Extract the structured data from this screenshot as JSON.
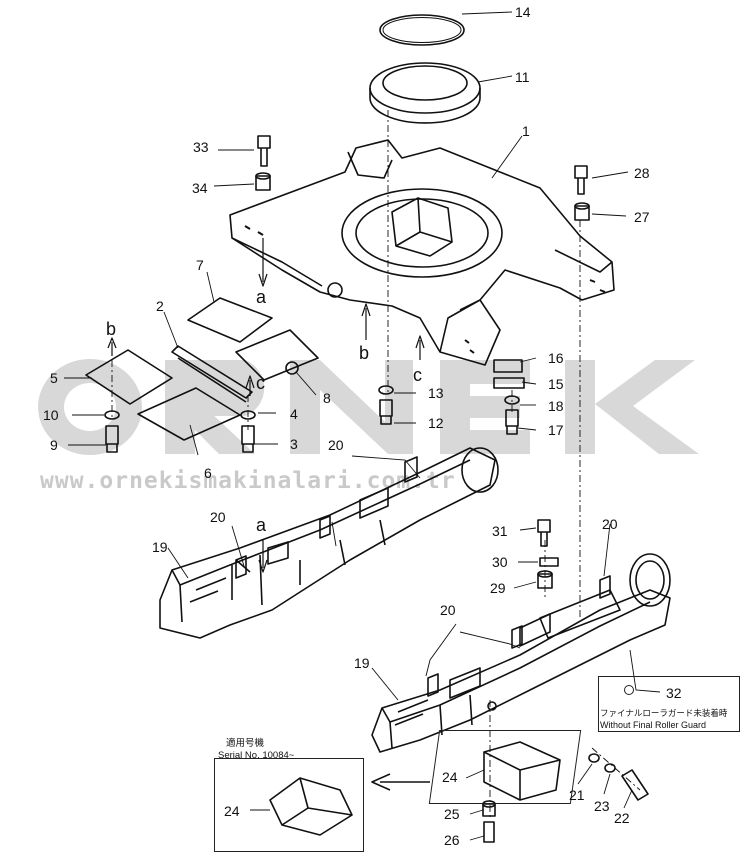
{
  "watermark": {
    "brand": "ORNEK",
    "url": "www.ornekismakinalari.com.tr"
  },
  "callouts": [
    {
      "id": "c1",
      "text": "1"
    },
    {
      "id": "c2",
      "text": "2"
    },
    {
      "id": "c3",
      "text": "3"
    },
    {
      "id": "c4",
      "text": "4"
    },
    {
      "id": "c5",
      "text": "5"
    },
    {
      "id": "c6",
      "text": "6"
    },
    {
      "id": "c7",
      "text": "7"
    },
    {
      "id": "c8",
      "text": "8"
    },
    {
      "id": "c9",
      "text": "9"
    },
    {
      "id": "c10",
      "text": "10"
    },
    {
      "id": "c11",
      "text": "11"
    },
    {
      "id": "c12",
      "text": "12"
    },
    {
      "id": "c13",
      "text": "13"
    },
    {
      "id": "c14",
      "text": "14"
    },
    {
      "id": "c15",
      "text": "15"
    },
    {
      "id": "c16",
      "text": "16"
    },
    {
      "id": "c17",
      "text": "17"
    },
    {
      "id": "c18",
      "text": "18"
    },
    {
      "id": "c19a",
      "text": "19"
    },
    {
      "id": "c19b",
      "text": "19"
    },
    {
      "id": "c20a",
      "text": "20"
    },
    {
      "id": "c20b",
      "text": "20"
    },
    {
      "id": "c20c",
      "text": "20"
    },
    {
      "id": "c20d",
      "text": "20"
    },
    {
      "id": "c21",
      "text": "21"
    },
    {
      "id": "c22",
      "text": "22"
    },
    {
      "id": "c23",
      "text": "23"
    },
    {
      "id": "c24a",
      "text": "24"
    },
    {
      "id": "c24b",
      "text": "24"
    },
    {
      "id": "c25",
      "text": "25"
    },
    {
      "id": "c26",
      "text": "26"
    },
    {
      "id": "c27",
      "text": "27"
    },
    {
      "id": "c28",
      "text": "28"
    },
    {
      "id": "c29",
      "text": "29"
    },
    {
      "id": "c30",
      "text": "30"
    },
    {
      "id": "c31",
      "text": "31"
    },
    {
      "id": "c32",
      "text": "32"
    },
    {
      "id": "c33",
      "text": "33"
    },
    {
      "id": "c34",
      "text": "34"
    }
  ],
  "refs": [
    {
      "id": "ra1",
      "text": "a"
    },
    {
      "id": "ra2",
      "text": "a"
    },
    {
      "id": "rb1",
      "text": "b"
    },
    {
      "id": "rb2",
      "text": "b"
    },
    {
      "id": "rc1",
      "text": "c"
    },
    {
      "id": "rc2",
      "text": "c"
    }
  ],
  "notes": {
    "serial_jp": "適用号機",
    "serial": "Serial No. 10084~",
    "guard_jp": "ファイナルローラガード未装着時",
    "guard_en": "Without Final Roller Guard"
  }
}
